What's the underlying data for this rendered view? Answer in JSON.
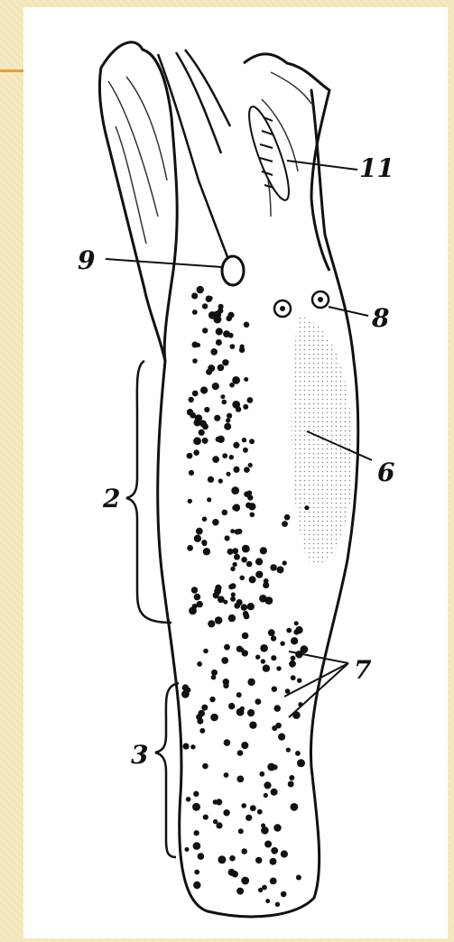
{
  "figure": {
    "labels": {
      "l11": "11",
      "l9": "9",
      "l8": "8",
      "l6": "6",
      "l2": "2",
      "l7": "7",
      "l3": "3"
    },
    "colors": {
      "ink": "#111111",
      "paper": "#ffffff",
      "slide": "#f6e9c0",
      "accent": "#e8a030"
    }
  }
}
